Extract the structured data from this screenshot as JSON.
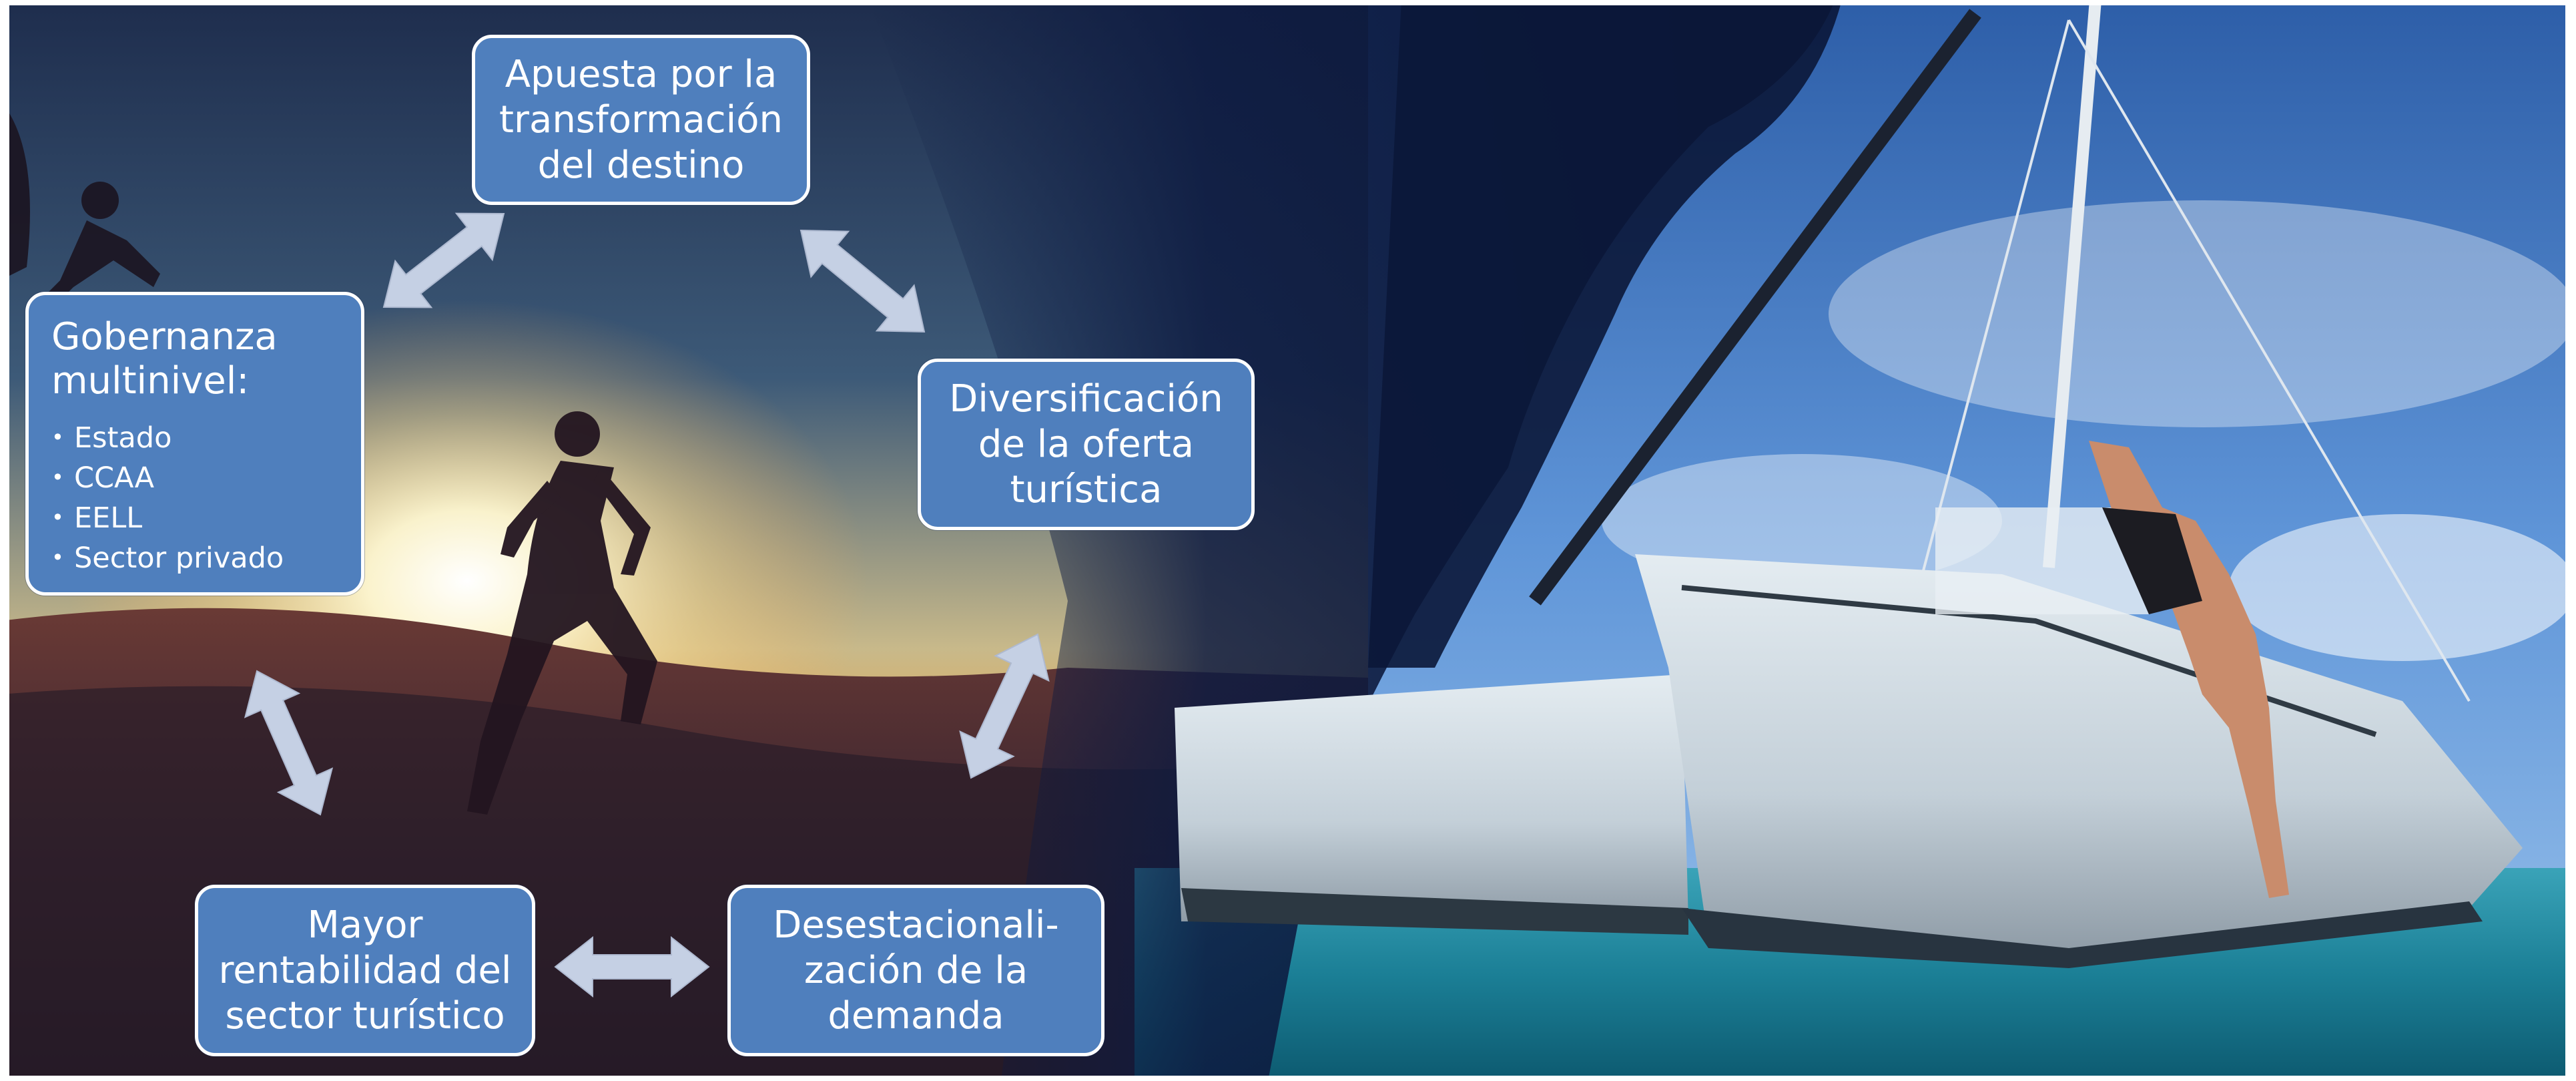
{
  "diagram": {
    "nodes": {
      "transformation": {
        "lines": [
          "Apuesta por la",
          "transformación",
          "del destino"
        ]
      },
      "diversification": {
        "lines": [
          "Diversificación",
          "de la oferta",
          "turística"
        ]
      },
      "deseasonalization": {
        "lines": [
          "Desestacionali-",
          "zación de la",
          "demanda"
        ]
      },
      "profitability": {
        "lines": [
          "Mayor",
          "rentabilidad del",
          "sector turístico"
        ]
      },
      "governance": {
        "title_lines": [
          "Gobernanza",
          "multinivel:"
        ],
        "items": [
          "Estado",
          "CCAA",
          "EELL",
          "Sector privado"
        ]
      }
    },
    "bullet_symbol": "•",
    "colors": {
      "box_fill": "#4f7fbd",
      "box_border": "#ffffff",
      "arrow_fill": "#c5d0e4"
    }
  }
}
